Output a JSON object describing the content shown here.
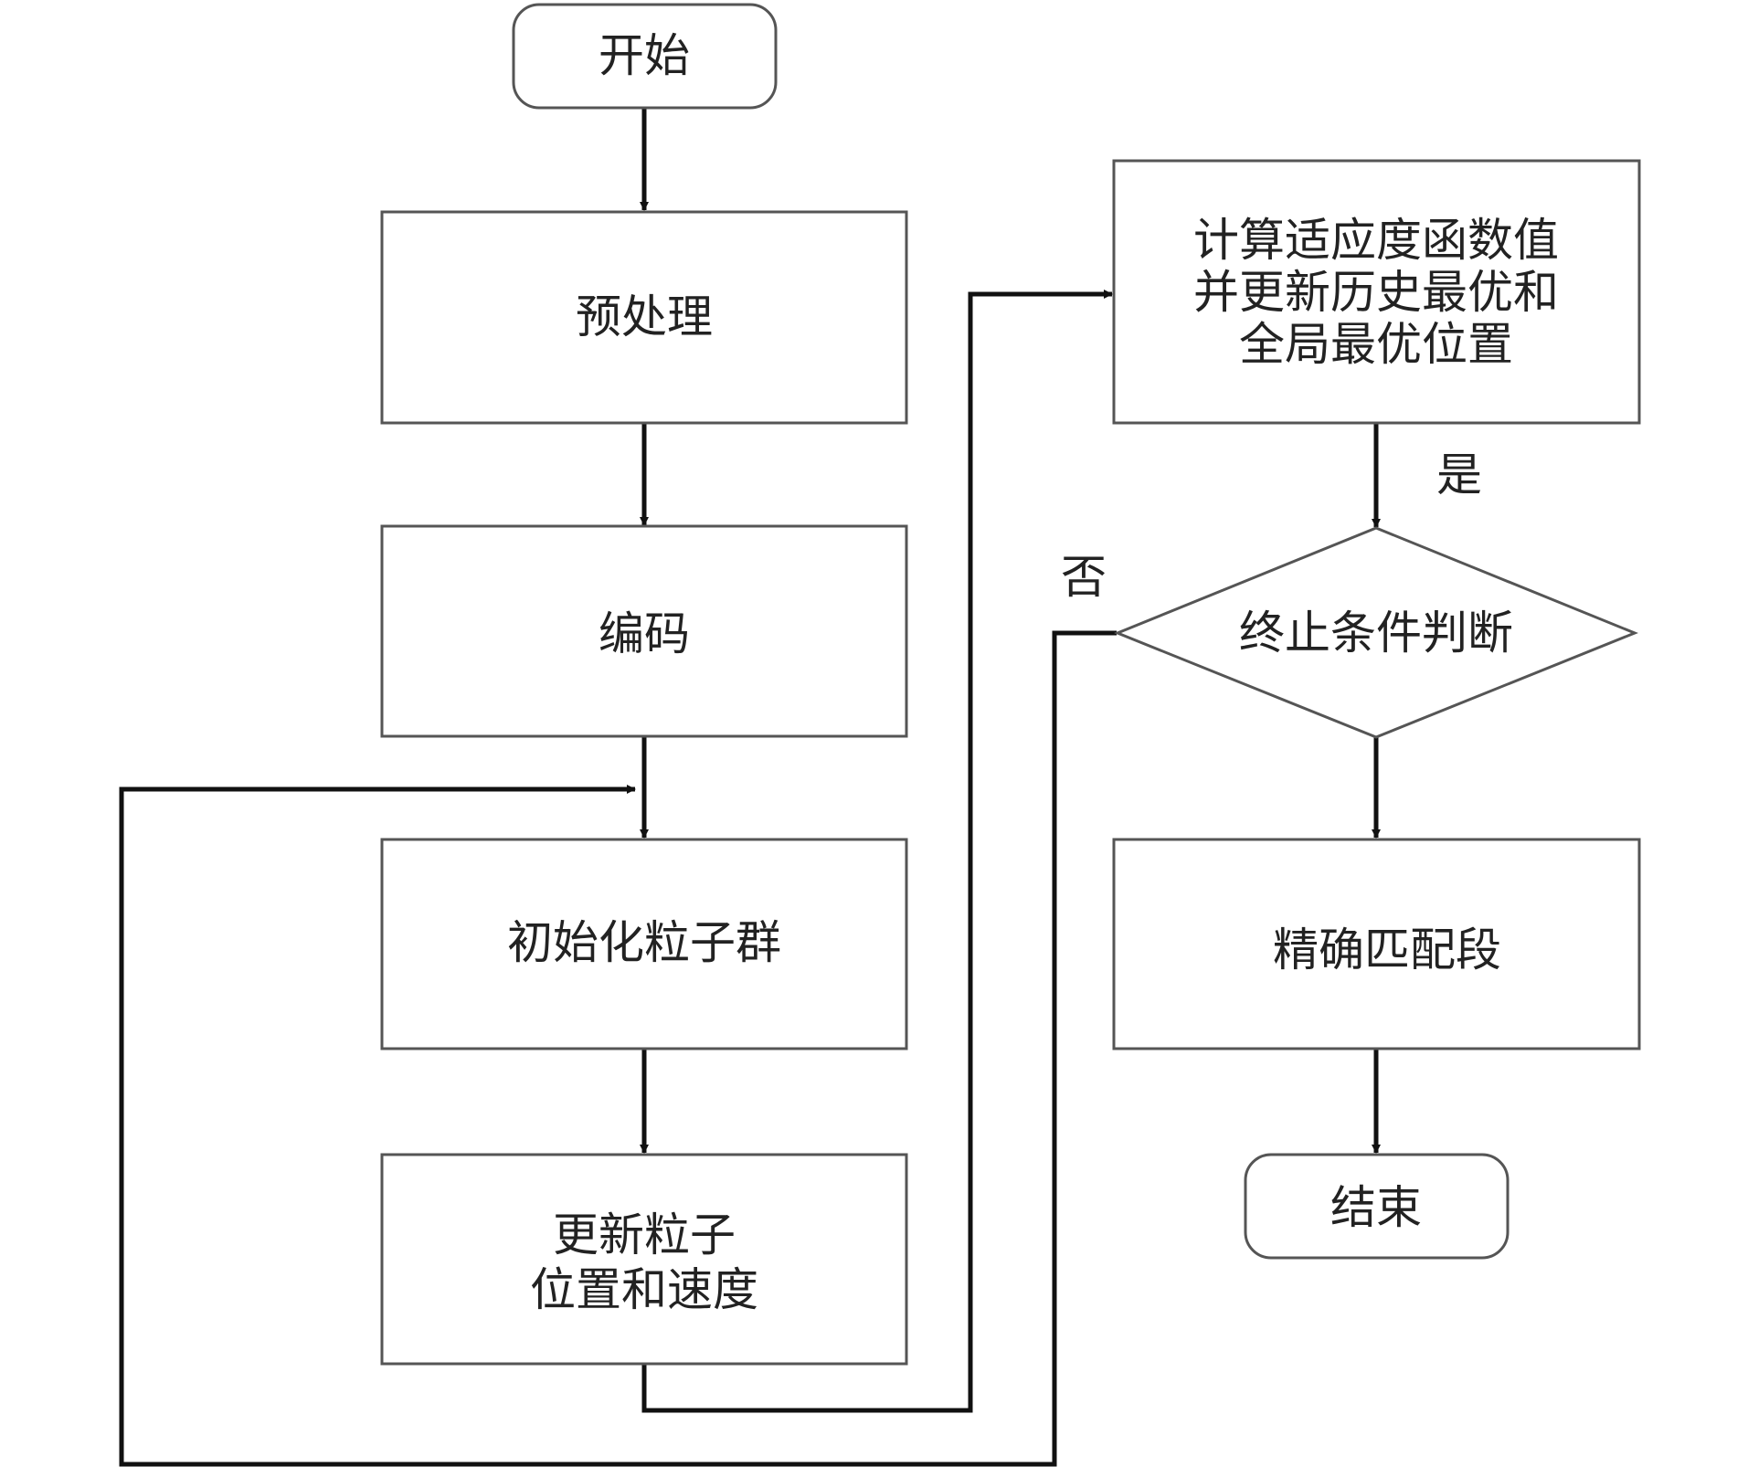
{
  "nodes": {
    "start": {
      "label": "开始"
    },
    "preprocess": {
      "label": "预处理"
    },
    "encode": {
      "label": "编码"
    },
    "init_swarm": {
      "label": "初始化粒子群"
    },
    "update_particles": {
      "lines": [
        "更新粒子",
        "位置和速度"
      ]
    },
    "compute_fitness": {
      "lines": [
        "计算适应度函数值",
        "并更新历史最优和",
        "全局最优位置"
      ]
    },
    "termination_check": {
      "label": "终止条件判断"
    },
    "exact_match": {
      "label": "精确匹配段"
    },
    "end": {
      "label": "结束"
    }
  },
  "edge_labels": {
    "yes": "是",
    "no": "否"
  },
  "colors": {
    "box_stroke": "#555555",
    "line": "#111111",
    "text": "#222222"
  }
}
